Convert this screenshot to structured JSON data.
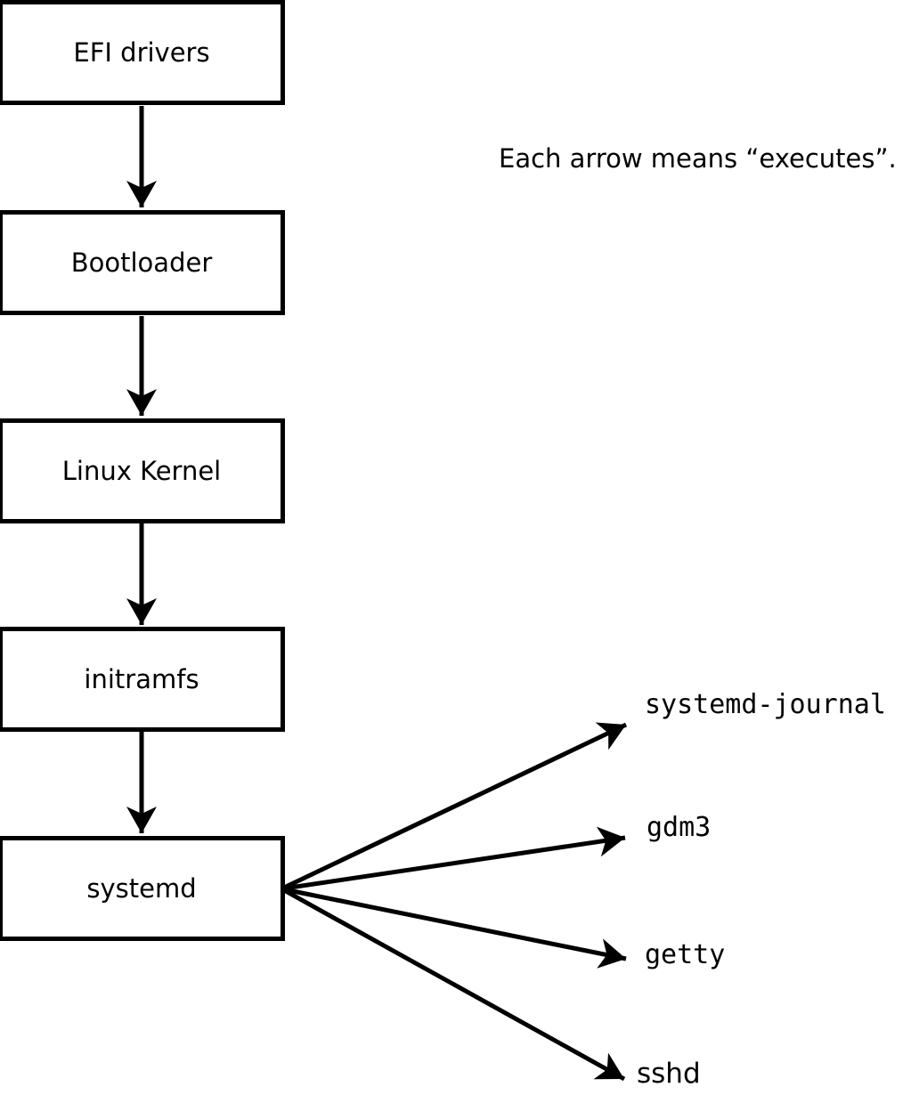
{
  "caption": "Each arrow means “executes”.",
  "chain": [
    {
      "id": "efi-drivers",
      "label": "EFI drivers"
    },
    {
      "id": "bootloader",
      "label": "Bootloader"
    },
    {
      "id": "linux-kernel",
      "label": "Linux Kernel"
    },
    {
      "id": "initramfs",
      "label": "initramfs"
    },
    {
      "id": "systemd",
      "label": "systemd"
    }
  ],
  "spawned": [
    {
      "id": "systemd-journal",
      "label": "systemd-journal"
    },
    {
      "id": "gdm3",
      "label": "gdm3"
    },
    {
      "id": "getty",
      "label": "getty"
    },
    {
      "id": "sshd",
      "label": "sshd"
    }
  ],
  "arrow_meaning": "executes",
  "colors": {
    "line": "#000000",
    "background": "#ffffff",
    "box_fill": "#ffffff",
    "text": "#000000"
  }
}
